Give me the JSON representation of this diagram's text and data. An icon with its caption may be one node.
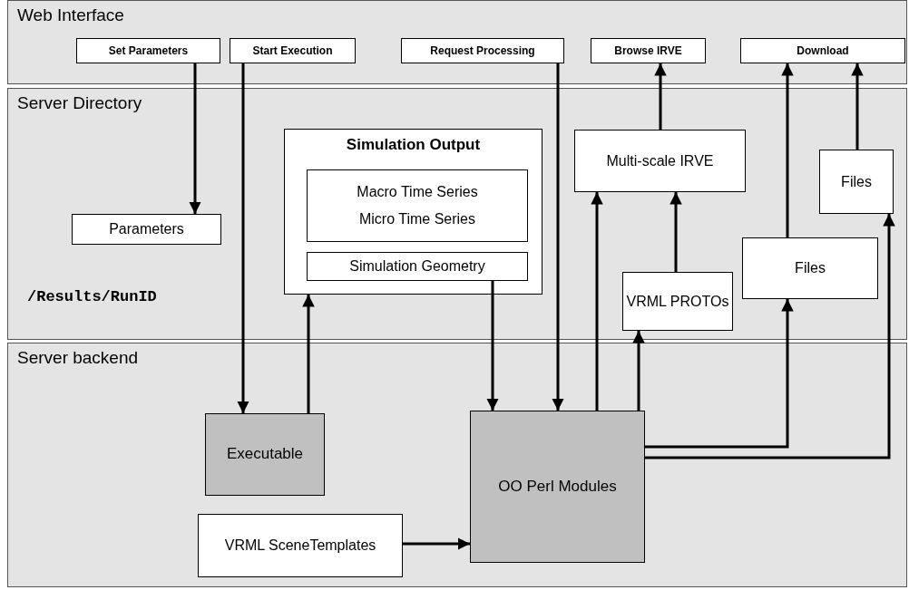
{
  "diagram": {
    "nodes": [
      {
        "text": [
          "Web Interface"
        ]
      },
      {
        "text": [
          "Set Parameters"
        ],
        "in": 0
      },
      {
        "text": [
          "Start Execution"
        ],
        "in": 0
      },
      {
        "text": [
          "Request Processing"
        ],
        "in": 0
      },
      {
        "text": [
          "Browse IRVE"
        ],
        "in": 0
      },
      {
        "text": [
          "Download"
        ],
        "in": 0
      },
      {
        "text": [
          "Server Directory"
        ]
      },
      {
        "text": [
          "Parameters"
        ],
        "in": 6
      },
      {
        "text": [
          "Simulation Output"
        ],
        "in": 6
      },
      {
        "text": [
          "Macro Time Series",
          "Micro Time Series"
        ],
        "in": 8
      },
      {
        "text": [
          "Simulation Geometry"
        ],
        "in": 8
      },
      {
        "text": [
          "Multi-scale IRVE"
        ],
        "in": 6
      },
      {
        "text": [
          "Files"
        ],
        "in": 6
      },
      {
        "text": [
          "VRML PROTOs"
        ],
        "in": 6
      },
      {
        "text": [
          "Files"
        ],
        "in": 6
      },
      {
        "text": [
          "Server backend"
        ]
      },
      {
        "text": [
          "Executable"
        ],
        "in": 15
      },
      {
        "text": [
          "OO Perl Modules"
        ],
        "in": 15
      },
      {
        "text": [
          "VRML SceneTemplates"
        ],
        "in": 15
      }
    ],
    "edges": [
      {
        "from": 1,
        "to": 7,
        "arrow": "to"
      },
      {
        "from": 2,
        "to": 16,
        "arrow": "to"
      },
      {
        "from": 16,
        "to": 8,
        "arrow": "to"
      },
      {
        "from": 10,
        "to": 17,
        "arrow": "to"
      },
      {
        "from": 3,
        "to": 17,
        "arrow": "to"
      },
      {
        "from": 17,
        "to": 11,
        "arrow": "to"
      },
      {
        "from": 17,
        "to": 13,
        "arrow": "to"
      },
      {
        "from": 13,
        "to": 11,
        "arrow": "to"
      },
      {
        "from": 11,
        "to": 4,
        "arrow": "to"
      },
      {
        "from": 17,
        "to": 14,
        "arrow": "to"
      },
      {
        "from": 14,
        "to": 5,
        "arrow": "to"
      },
      {
        "from": 17,
        "to": 12,
        "arrow": "to"
      },
      {
        "from": 12,
        "to": 5,
        "arrow": "to"
      },
      {
        "from": 18,
        "to": 17,
        "arrow": "to"
      }
    ],
    "labels": [
      "/Results/RunID"
    ]
  }
}
